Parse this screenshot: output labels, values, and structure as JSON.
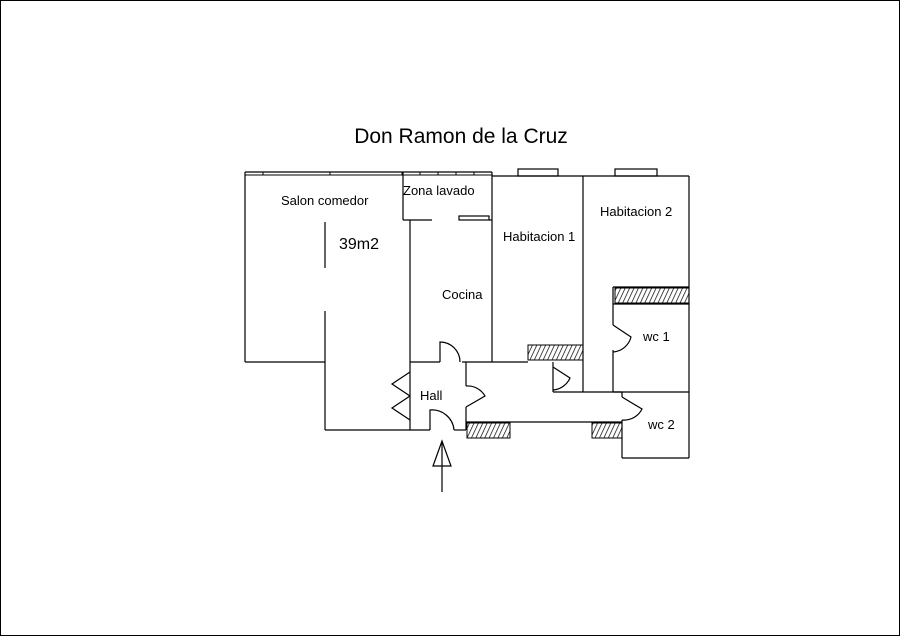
{
  "plan": {
    "title": "Don Ramon de la Cruz",
    "rooms": {
      "salon": "Salon comedor",
      "salon_area": "39m2",
      "zona_lavado": "Zona lavado",
      "habitacion1": "Habitacion 1",
      "habitacion2": "Habitacion 2",
      "cocina": "Cocina",
      "hall": "Hall",
      "wc1": "wc 1",
      "wc2": "wc 2"
    },
    "entrance_icon": "arrow-up-icon",
    "line_color": "#000000"
  }
}
